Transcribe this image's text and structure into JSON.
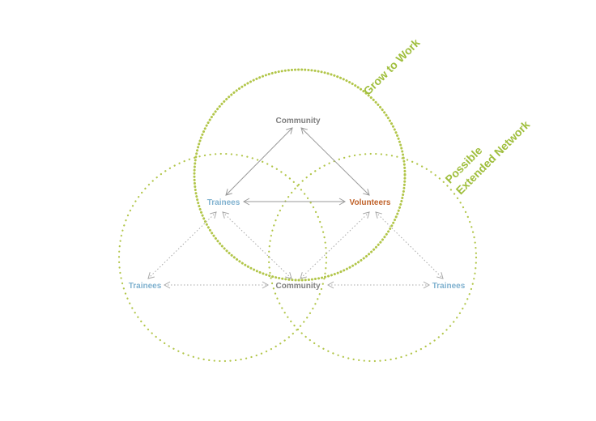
{
  "colors": {
    "circle": "#b2c64a",
    "title": "#9fbe3c",
    "community": "#7f7f7f",
    "trainees": "#7fb1cf",
    "volunteers": "#c0622a",
    "arrow_solid": "#9a9a9a",
    "arrow_dotted": "#a8a8a8"
  },
  "titles": {
    "grow_to_work": "Grow to Work",
    "possible_line1": "Possible",
    "possible_line2": "Extended Network"
  },
  "nodes": {
    "community_top": "Community",
    "trainees_mid": "Trainees",
    "volunteers_mid": "Volunteers",
    "trainees_left": "Trainees",
    "community_bottom": "Community",
    "trainees_right": "Trainees"
  }
}
